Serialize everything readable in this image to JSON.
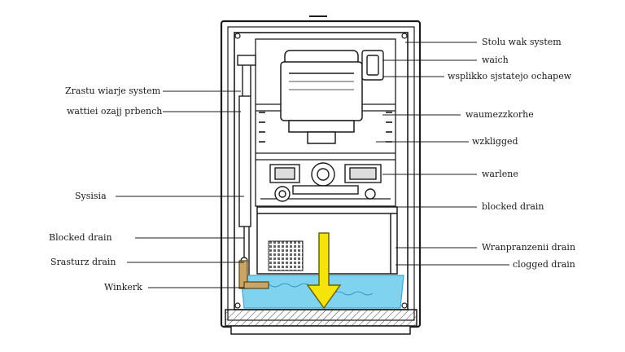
{
  "labels_left": [
    {
      "id": "zrastu",
      "text": "Zrastu wiarje system"
    },
    {
      "id": "wattiei",
      "text": "wattiei ozajj prbench"
    },
    {
      "id": "sysisia",
      "text": "Sysisia"
    },
    {
      "id": "blocked-left",
      "text": "Blocked drain"
    },
    {
      "id": "srasturz",
      "text": "Srasturz drain"
    },
    {
      "id": "winkerk",
      "text": "Winkerk"
    }
  ],
  "labels_right": [
    {
      "id": "stolu",
      "text": "Stolu wak system"
    },
    {
      "id": "waich",
      "text": "waich"
    },
    {
      "id": "wsplikko",
      "text": "wsplikko sjstatejo ochapew"
    },
    {
      "id": "waumez",
      "text": "waumezzkorhe"
    },
    {
      "id": "wzkligged",
      "text": "wzkligged"
    },
    {
      "id": "warlene",
      "text": "warlene"
    },
    {
      "id": "blocked-right",
      "text": "blocked drain"
    },
    {
      "id": "wranpran",
      "text": "Wranpranzenii drain"
    },
    {
      "id": "clogged",
      "text": "clogged drain"
    }
  ],
  "colors": {
    "water": "#7fd3ee",
    "water_edge": "#3aa9d6",
    "arrow": "#f4e40b",
    "arrow_edge": "#6b6200",
    "line": "#1c1c1c"
  }
}
